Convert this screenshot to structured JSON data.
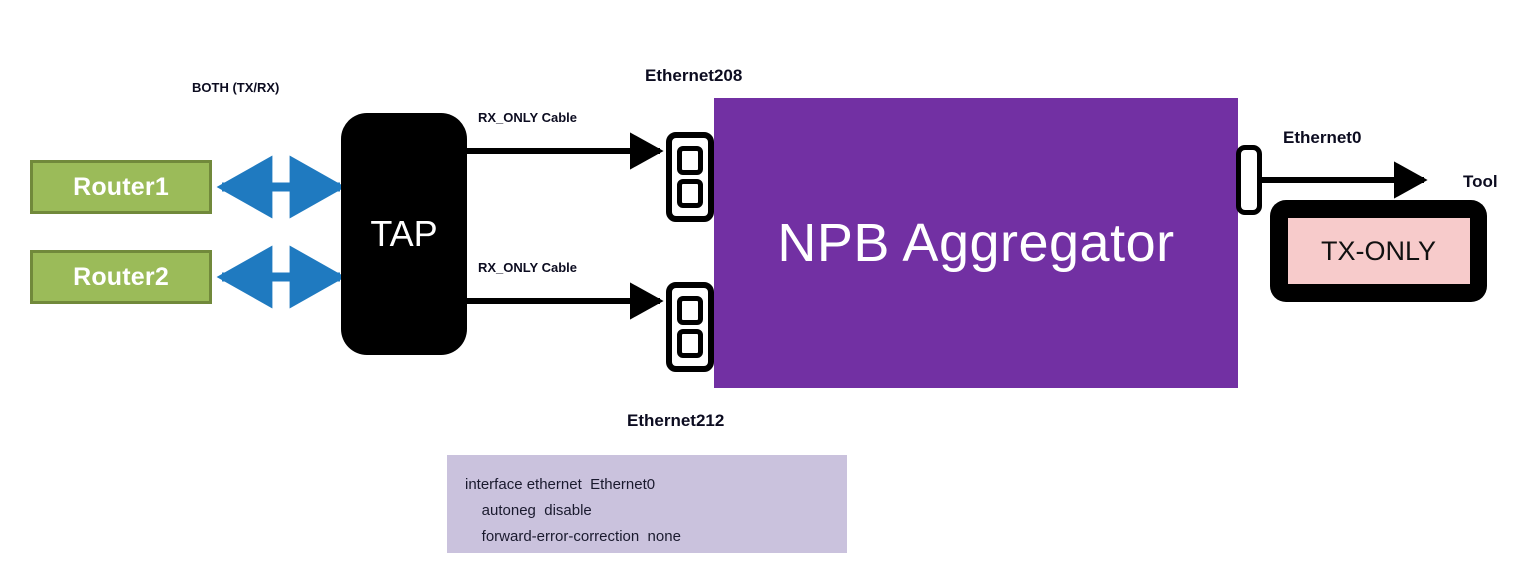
{
  "diagram": {
    "title_hidden": "",
    "colors": {
      "router_fill": "#9BBB59",
      "router_border": "#71893B",
      "tap_fill": "#000000",
      "npb_fill": "#7230A3",
      "arrow_blue": "#1F7AC0",
      "arrow_black": "#000000",
      "tool_fill": "#000000",
      "tool_inner_fill": "#F7CBCB",
      "config_fill": "#CAC2DD",
      "label_text": "#0c0c20"
    },
    "nodes": {
      "router1": "Router1",
      "router2": "Router2",
      "tap": "TAP",
      "npb": "NPB Aggregator",
      "tool_inner": "TX-ONLY"
    },
    "labels": {
      "both_txrx": "BOTH (TX/RX)",
      "rx_only_cable_top": "RX_ONLY Cable",
      "rx_only_cable_bottom": "RX_ONLY Cable",
      "ethernet208": "Ethernet208",
      "ethernet212": "Ethernet212",
      "ethernet0": "Ethernet0",
      "tool": "Tool"
    },
    "config_block": {
      "lines": [
        "interface ethernet  Ethernet0",
        "    autoneg  disable",
        "    forward-error-correction  none"
      ]
    },
    "icons": {
      "port_top": "ethernet-port-stack-icon",
      "port_bottom": "ethernet-port-stack-icon",
      "port_right": "ethernet-port-icon"
    }
  }
}
